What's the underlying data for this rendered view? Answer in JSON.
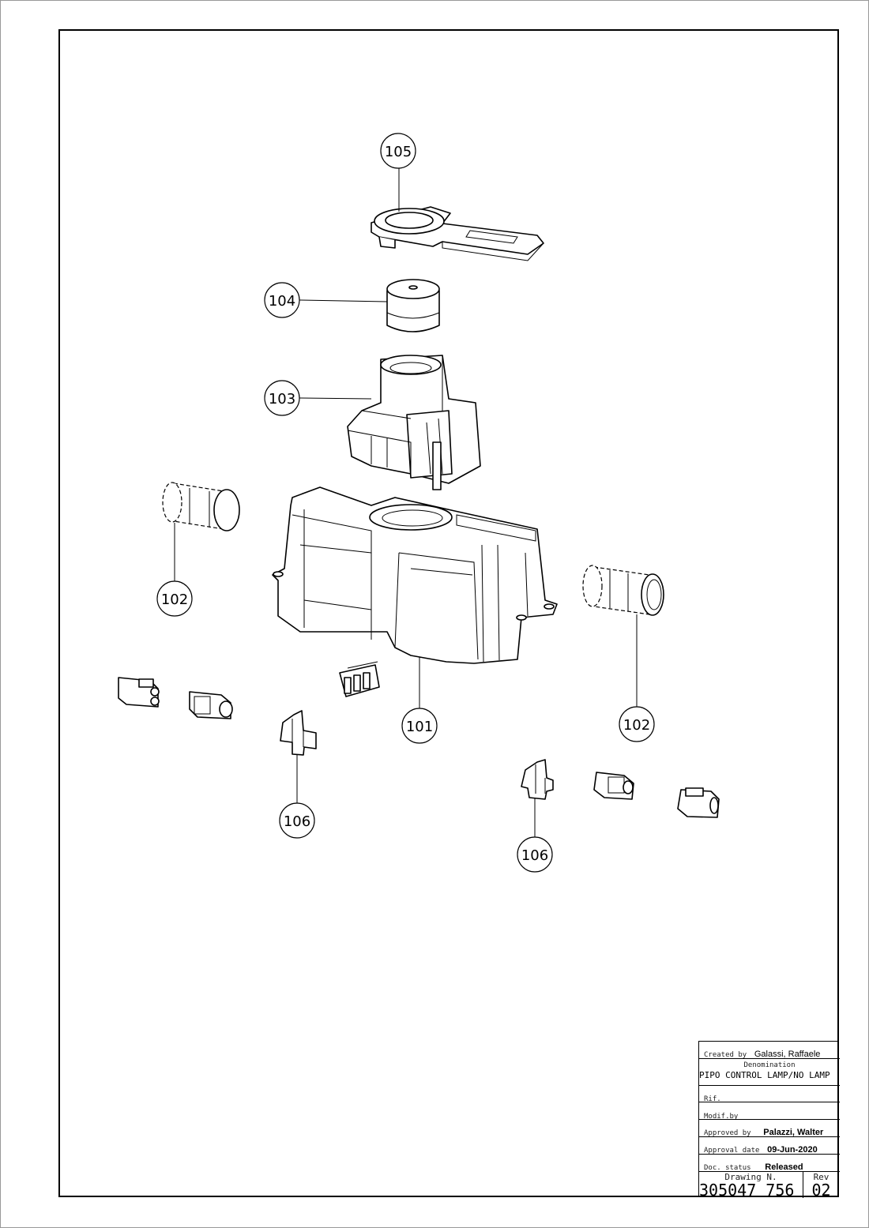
{
  "callouts": [
    {
      "id": "c105",
      "label": "105"
    },
    {
      "id": "c104",
      "label": "104"
    },
    {
      "id": "c103",
      "label": "103"
    },
    {
      "id": "c102a",
      "label": "102"
    },
    {
      "id": "c102b",
      "label": "102"
    },
    {
      "id": "c101",
      "label": "101"
    },
    {
      "id": "c106a",
      "label": "106"
    },
    {
      "id": "c106b",
      "label": "106"
    }
  ],
  "title_block": {
    "created_label": "Created by",
    "created_value": "Galassi, Raffaele",
    "denomination_label": "Denomination",
    "denomination_value": "PIPO CONTROL LAMP/NO LAMP",
    "rif_label": "Rif.",
    "modif_label": "Modif.by",
    "approved_label": "Approved by",
    "approved_value": "Palazzi, Walter",
    "approval_date_label": "Approval date",
    "approval_date_value": "09-Jun-2020",
    "doc_status_label": "Doc. status",
    "doc_status_value": "Released",
    "drawing_label": "Drawing N.",
    "drawing_value": "305047_756",
    "rev_label": "Rev",
    "rev_value": "02"
  }
}
